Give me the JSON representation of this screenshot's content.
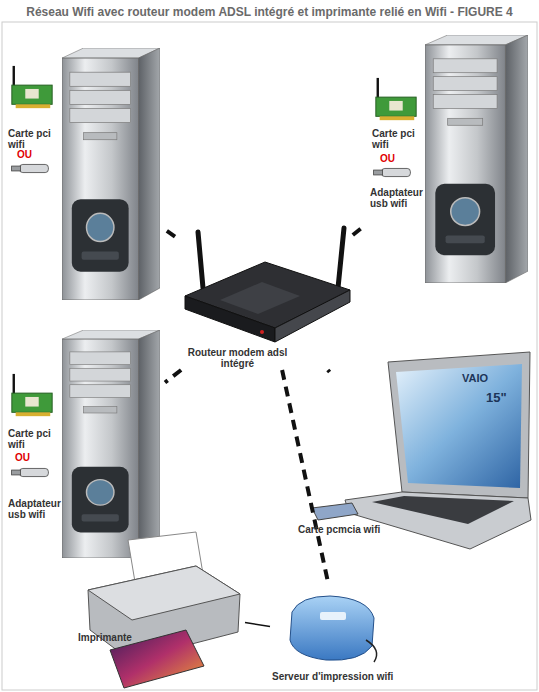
{
  "diagram": {
    "title": "Réseau Wifi avec routeur modem ADSL intégré et imprimante relié en Wifi - FIGURE 4",
    "nodes": [
      {
        "text": [
          "Carte pci wifi",
          "OU"
        ]
      },
      {
        "text": [
          "Carte pci wifi",
          "OU",
          "Adaptateur usb wifi"
        ]
      },
      {
        "text": [
          "Routeur modem adsl intégré"
        ]
      },
      {
        "text": [
          "Carte pci wifi",
          "OU",
          "Adaptateur usb wifi"
        ]
      },
      {
        "text": [
          "Carte pcmcia wifi"
        ]
      },
      {
        "text": [
          "Imprimante"
        ]
      },
      {
        "text": [
          "Serveur d'impression wifi"
        ]
      }
    ],
    "edges": [
      {
        "from": 2,
        "to": 0,
        "arrow": "none"
      },
      {
        "from": 2,
        "to": 1,
        "arrow": "none"
      },
      {
        "from": 2,
        "to": 3,
        "arrow": "none"
      },
      {
        "from": 2,
        "to": 4,
        "arrow": "none"
      },
      {
        "from": 2,
        "to": 6,
        "arrow": "none"
      },
      {
        "from": 6,
        "to": 5,
        "arrow": "none"
      }
    ],
    "labels": [
      "VAIO",
      "15\""
    ]
  }
}
